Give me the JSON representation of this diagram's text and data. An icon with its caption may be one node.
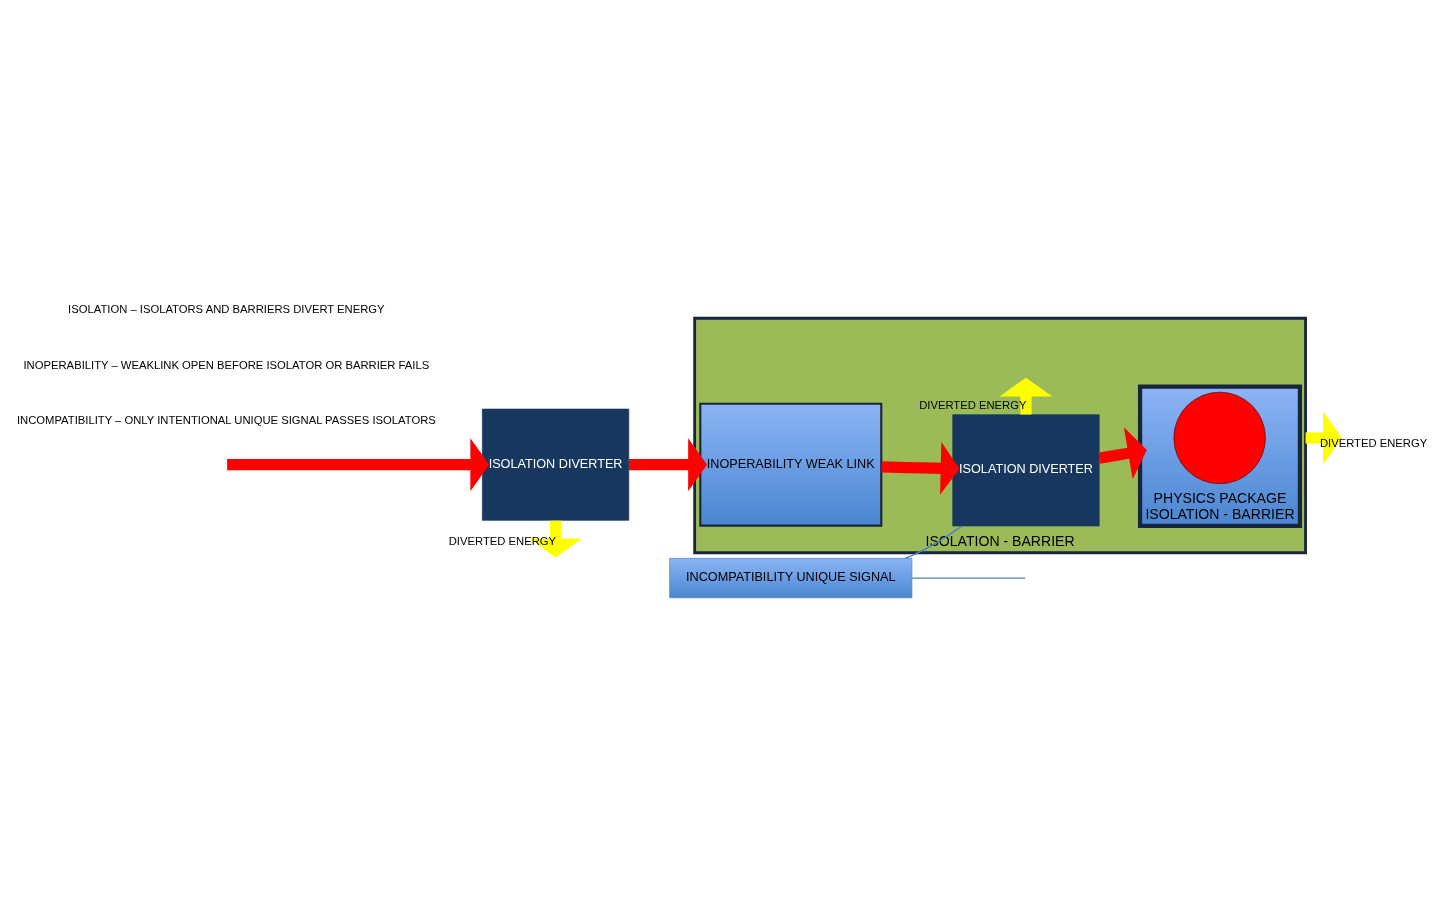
{
  "diagram": {
    "nodes": [
      {
        "text": [
          "ISOLATION - BARRIER"
        ]
      },
      {
        "text": [
          "ISOLATION DIVERTER"
        ]
      },
      {
        "text": [
          "INOPERABILITY WEAK LINK"
        ],
        "in": 0
      },
      {
        "text": [
          "ISOLATION DIVERTER"
        ],
        "in": 0
      },
      {
        "text": [
          "PHYSICS PACKAGE",
          "ISOLATION - BARRIER"
        ],
        "in": 0
      },
      {
        "text": [],
        "shape": "circle",
        "in": 4
      },
      {
        "text": [
          "INCOMPATIBILITY UNIQUE SIGNAL"
        ]
      }
    ],
    "edges": [
      {
        "from": null,
        "to": 1,
        "arrow": "to",
        "color": "#ff0000"
      },
      {
        "from": 1,
        "to": 2,
        "arrow": "to",
        "color": "#ff0000"
      },
      {
        "from": 2,
        "to": 3,
        "arrow": "to",
        "color": "#ff0000"
      },
      {
        "from": 3,
        "to": 4,
        "arrow": "to",
        "color": "#ff0000"
      },
      {
        "from": 1,
        "to": null,
        "arrow": "to",
        "label": "DIVERTED ENERGY",
        "color": "#ffff00"
      },
      {
        "from": 3,
        "to": null,
        "arrow": "to",
        "label": "DIVERTED ENERGY",
        "color": "#ffff00"
      },
      {
        "from": 0,
        "to": null,
        "arrow": "to",
        "label": "DIVERTED ENERGY",
        "color": "#ffff00"
      },
      {
        "from": 6,
        "to": null,
        "arrow": "none",
        "color": "#4f81bd"
      },
      {
        "from": 6,
        "to": 3,
        "arrow": "none",
        "color": "#4f81bd"
      }
    ],
    "labels": [
      "ISOLATION – ISOLATORS AND BARRIERS DIVERT ENERGY",
      "INOPERABILITY – WEAKLINK OPEN BEFORE ISOLATOR OR BARRIER FAILS",
      "INCOMPATIBILITY – ONLY INTENTIONAL UNIQUE SIGNAL PASSES ISOLATORS"
    ]
  }
}
